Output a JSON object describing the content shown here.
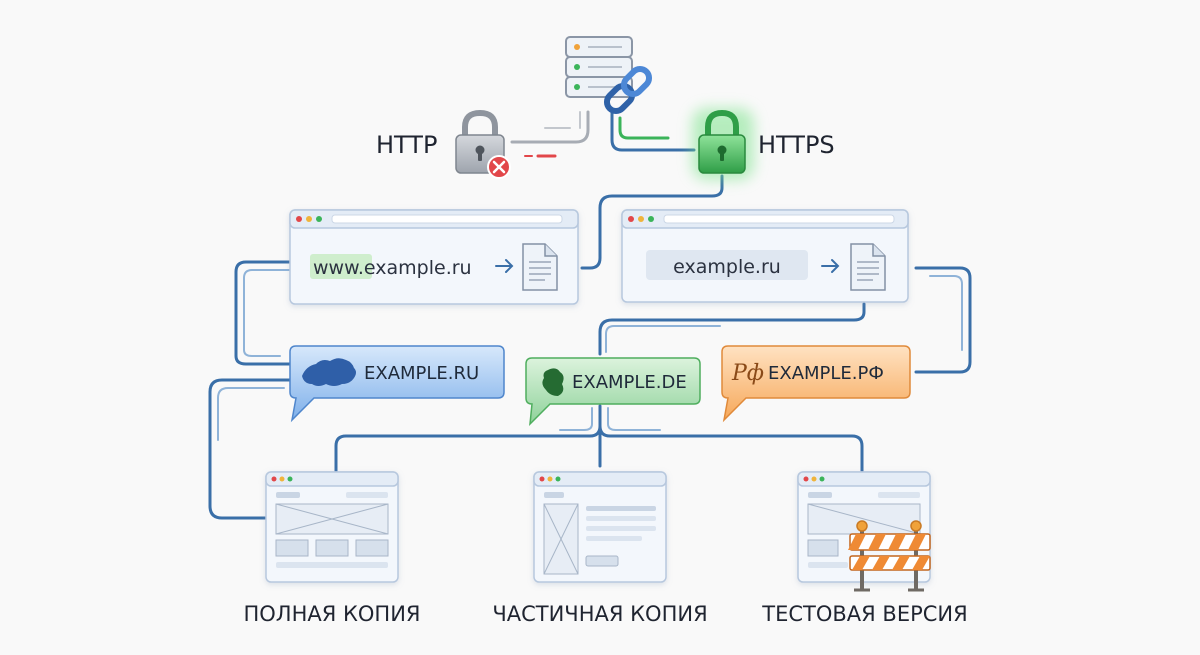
{
  "protocols": {
    "http_label": "HTTP",
    "https_label": "HTTPS"
  },
  "browsers": [
    {
      "url": "www.example.ru",
      "url_prefix": "www.",
      "url_rest": "example.ru"
    },
    {
      "url": "example.ru"
    }
  ],
  "domains": [
    {
      "label": "EXAMPLE.RU",
      "icon": "russia-map-icon",
      "color": "#3f7fd0"
    },
    {
      "label": "EXAMPLE.DE",
      "icon": "germany-map-icon",
      "color": "#46a858"
    },
    {
      "label": "EXAMPLE.РФ",
      "icon": "rf-monogram-icon",
      "icon_text": "Рф",
      "color": "#ef8f3a"
    }
  ],
  "captions": [
    "ПОЛНАЯ КОПИЯ",
    "ЧАСТИЧНАЯ КОПИЯ",
    "ТЕСТОВАЯ ВЕРСИЯ"
  ],
  "colors": {
    "line_blue": "#3a6fa8",
    "line_gray": "#a7acb4",
    "ok_green": "#3bb45a",
    "error_red": "#e2474a",
    "barrier_orange": "#ef8a34"
  }
}
